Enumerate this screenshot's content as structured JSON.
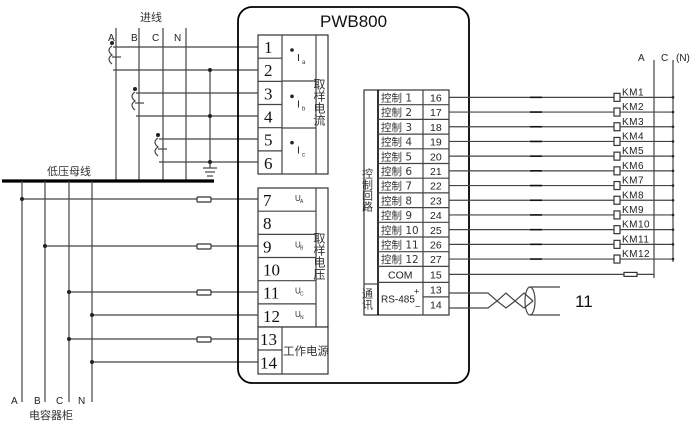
{
  "device": {
    "name": "PWB800"
  },
  "incoming": {
    "label": "进线",
    "phases": [
      "A",
      "B",
      "C",
      "N"
    ]
  },
  "busbar": {
    "label": "低压母线"
  },
  "capacitor_cabinet": {
    "label": "电容器柜",
    "phases": [
      "A",
      "B",
      "C",
      "N"
    ]
  },
  "current_sampling": {
    "label": "取样电流",
    "terminals": [
      "1",
      "2",
      "3",
      "4",
      "5",
      "6"
    ],
    "channels": [
      {
        "symbol": "I",
        "sub": "a"
      },
      {
        "symbol": "I",
        "sub": "b"
      },
      {
        "symbol": "I",
        "sub": "c"
      }
    ]
  },
  "voltage_sampling": {
    "label": "取样电压",
    "terminals": [
      "7",
      "8",
      "9",
      "10",
      "11",
      "12"
    ],
    "channels": [
      {
        "terminal": "7",
        "symbol": "U",
        "sub": "A"
      },
      {
        "terminal": "9",
        "symbol": "U",
        "sub": "B"
      },
      {
        "terminal": "11",
        "symbol": "U",
        "sub": "C"
      },
      {
        "terminal": "12",
        "symbol": "U",
        "sub": "N"
      }
    ]
  },
  "power_supply": {
    "label": "工作电源",
    "terminals": [
      "13",
      "14"
    ]
  },
  "control_loop": {
    "label": "控制回路",
    "rows": [
      {
        "name": "控制 1",
        "terminal": "16",
        "contactor": "KM1"
      },
      {
        "name": "控制 2",
        "terminal": "17",
        "contactor": "KM2"
      },
      {
        "name": "控制 3",
        "terminal": "18",
        "contactor": "KM3"
      },
      {
        "name": "控制 4",
        "terminal": "19",
        "contactor": "KM4"
      },
      {
        "name": "控制 5",
        "terminal": "20",
        "contactor": "KM5"
      },
      {
        "name": "控制 6",
        "terminal": "21",
        "contactor": "KM6"
      },
      {
        "name": "控制 7",
        "terminal": "22",
        "contactor": "KM7"
      },
      {
        "name": "控制 8",
        "terminal": "23",
        "contactor": "KM8"
      },
      {
        "name": "控制 9",
        "terminal": "24",
        "contactor": "KM9"
      },
      {
        "name": "控制 10",
        "terminal": "25",
        "contactor": "KM10"
      },
      {
        "name": "控制 11",
        "terminal": "26",
        "contactor": "KM11"
      },
      {
        "name": "控制 12",
        "terminal": "27",
        "contactor": "KM12"
      }
    ],
    "com": {
      "name": "COM",
      "terminal": "15"
    }
  },
  "communication": {
    "label": "通讯",
    "port": "RS-485",
    "plus": "+",
    "minus": "−",
    "terminals": [
      "13",
      "14"
    ],
    "cable_label": "11"
  },
  "control_supply": {
    "phases": [
      "A",
      "C",
      "(N)"
    ]
  }
}
